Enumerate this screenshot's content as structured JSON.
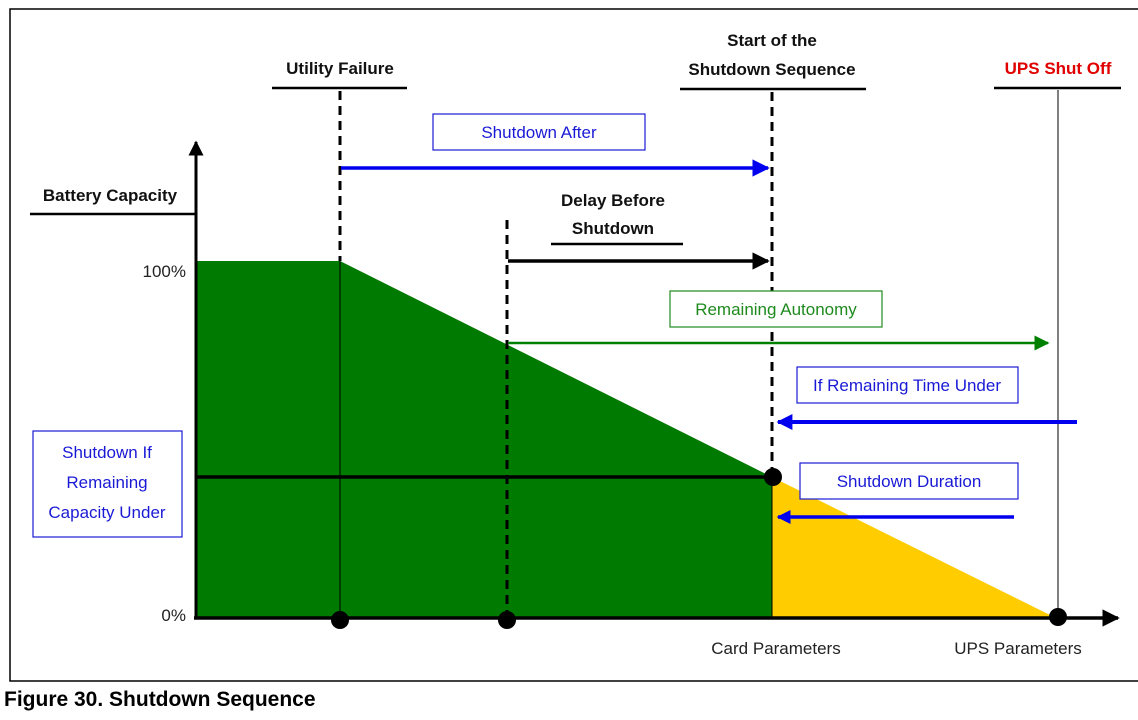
{
  "events": {
    "utility_failure": "Utility Failure",
    "start_line1": "Start of the",
    "start_line2": "Shutdown Sequence",
    "ups_shut_off": "UPS Shut Off"
  },
  "axis": {
    "y_title": "Battery Capacity",
    "y_max": "100%",
    "y_min": "0%",
    "x_card": "Card Parameters",
    "x_ups": "UPS Parameters"
  },
  "labels": {
    "shutdown_after": "Shutdown After",
    "delay_line1": "Delay Before",
    "delay_line2": "Shutdown",
    "remaining_autonomy": "Remaining Autonomy",
    "if_remaining_time": "If Remaining Time Under",
    "shutdown_duration": "Shutdown Duration",
    "shutdown_if_line1": "Shutdown If",
    "shutdown_if_line2": "Remaining",
    "shutdown_if_line3": "Capacity Under"
  },
  "caption": "Figure 30. Shutdown Sequence",
  "colors": {
    "battery_green": "#007a00",
    "ups_yellow": "#ffcc00",
    "arrow_blue": "#0000ee",
    "box_blue": "#1a1ad6",
    "box_green": "#1e8a1e",
    "ups_shut_off_red": "#e00000"
  }
}
